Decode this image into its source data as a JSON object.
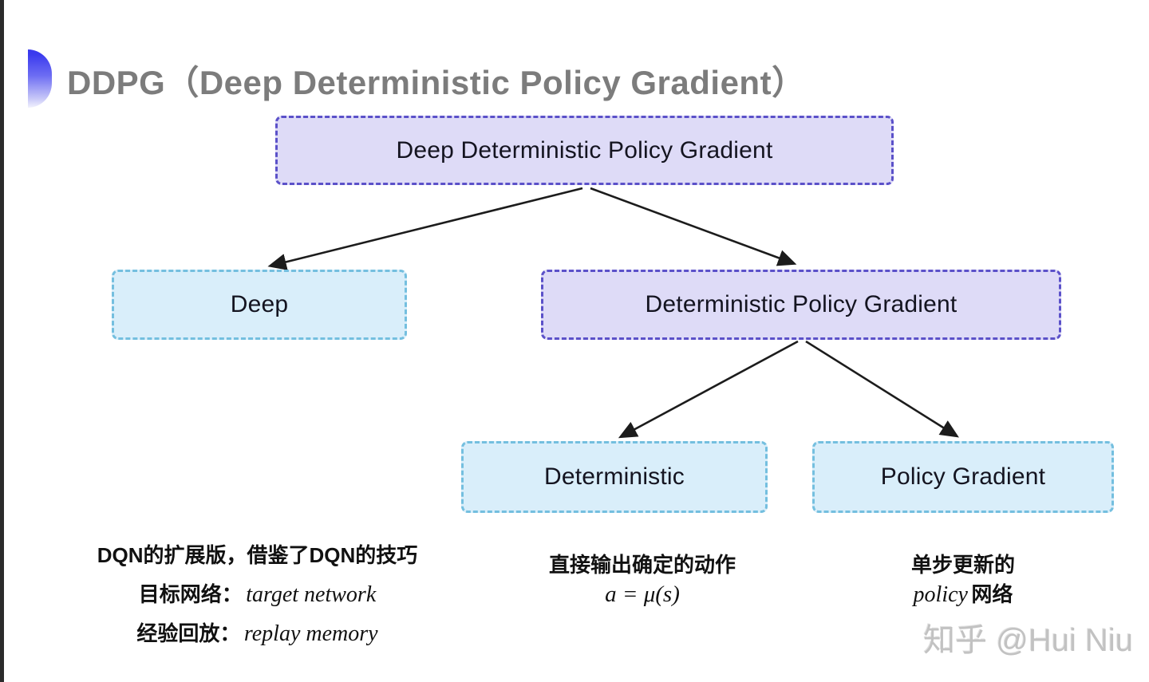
{
  "header": {
    "title": "DDPG（Deep Deterministic Policy Gradient）"
  },
  "diagram": {
    "nodes": [
      {
        "id": "ddpg",
        "label": "Deep Deterministic Policy Gradient",
        "variant": "purple"
      },
      {
        "id": "deep",
        "label": "Deep",
        "variant": "cyan"
      },
      {
        "id": "dpg",
        "label": "Deterministic Policy Gradient",
        "variant": "purple"
      },
      {
        "id": "deterministic",
        "label": "Deterministic",
        "variant": "cyan"
      },
      {
        "id": "policy-gradient",
        "label": "Policy Gradient",
        "variant": "cyan"
      }
    ],
    "edges": [
      {
        "from": "ddpg",
        "to": "deep"
      },
      {
        "from": "ddpg",
        "to": "dpg"
      },
      {
        "from": "dpg",
        "to": "deterministic"
      },
      {
        "from": "dpg",
        "to": "policy-gradient"
      }
    ],
    "colors": {
      "purple_fill": "#dedbf7",
      "purple_border": "#5b51c9",
      "cyan_fill": "#d9eefa",
      "cyan_border": "#74bfdf",
      "arrow": "#1c1c1c",
      "accent_blue": "#3a3aee"
    }
  },
  "notes": {
    "deep": {
      "line1": "DQN的扩展版，借鉴了DQN的技巧",
      "target_label": "目标网络：",
      "target_value": "target network",
      "replay_label": "经验回放：",
      "replay_value": "replay memory"
    },
    "deterministic": {
      "line1": "直接输出确定的动作",
      "formula": "a = μ(s)"
    },
    "policy_gradient": {
      "line1": "单步更新的",
      "line2_italic": "policy",
      "line2_text": "网络"
    }
  },
  "watermark": {
    "text": "知乎 @Hui Niu"
  }
}
